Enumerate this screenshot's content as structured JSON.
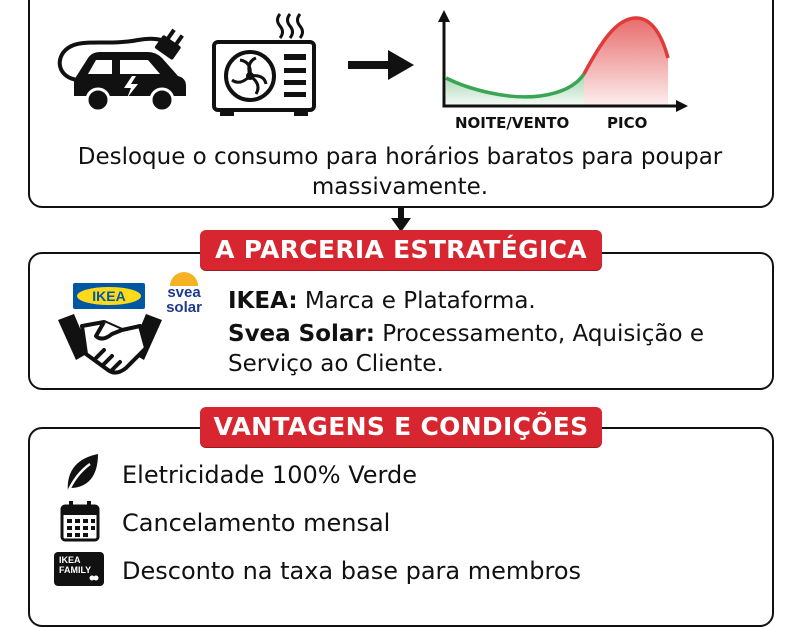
{
  "top": {
    "summary": "Desloque o consumo para horários baratos para poupar massivamente.",
    "chart": {
      "label_night": "NOITE/VENTO",
      "label_peak": "PICO"
    }
  },
  "partnership": {
    "banner": "A PARCERIA ESTRATÉGICA",
    "ikea_logo_text": "IKEA",
    "svea_logo_text": "svea solar",
    "ikea_name": "IKEA:",
    "ikea_role": " Marca e Plataforma.",
    "svea_name": "Svea Solar:",
    "svea_role": " Processamento, Aquisição e Serviço ao Cliente."
  },
  "benefits": {
    "banner": "VANTAGENS E CONDIÇÕES",
    "items": [
      {
        "icon": "leaf-icon",
        "text": "Eletricidade 100% Verde"
      },
      {
        "icon": "calendar-icon",
        "text": "Cancelamento mensal"
      },
      {
        "icon": "ikea-family-card-icon",
        "text": "Desconto na taxa base para membros"
      }
    ],
    "family_card_text": "IKEA FAMILY"
  },
  "colors": {
    "accent_red": "#d7262f",
    "curve_green": "#3aa655",
    "peak_red": "#e03a3a",
    "ikea_blue": "#0058a3",
    "ikea_yellow": "#ffda1a"
  }
}
